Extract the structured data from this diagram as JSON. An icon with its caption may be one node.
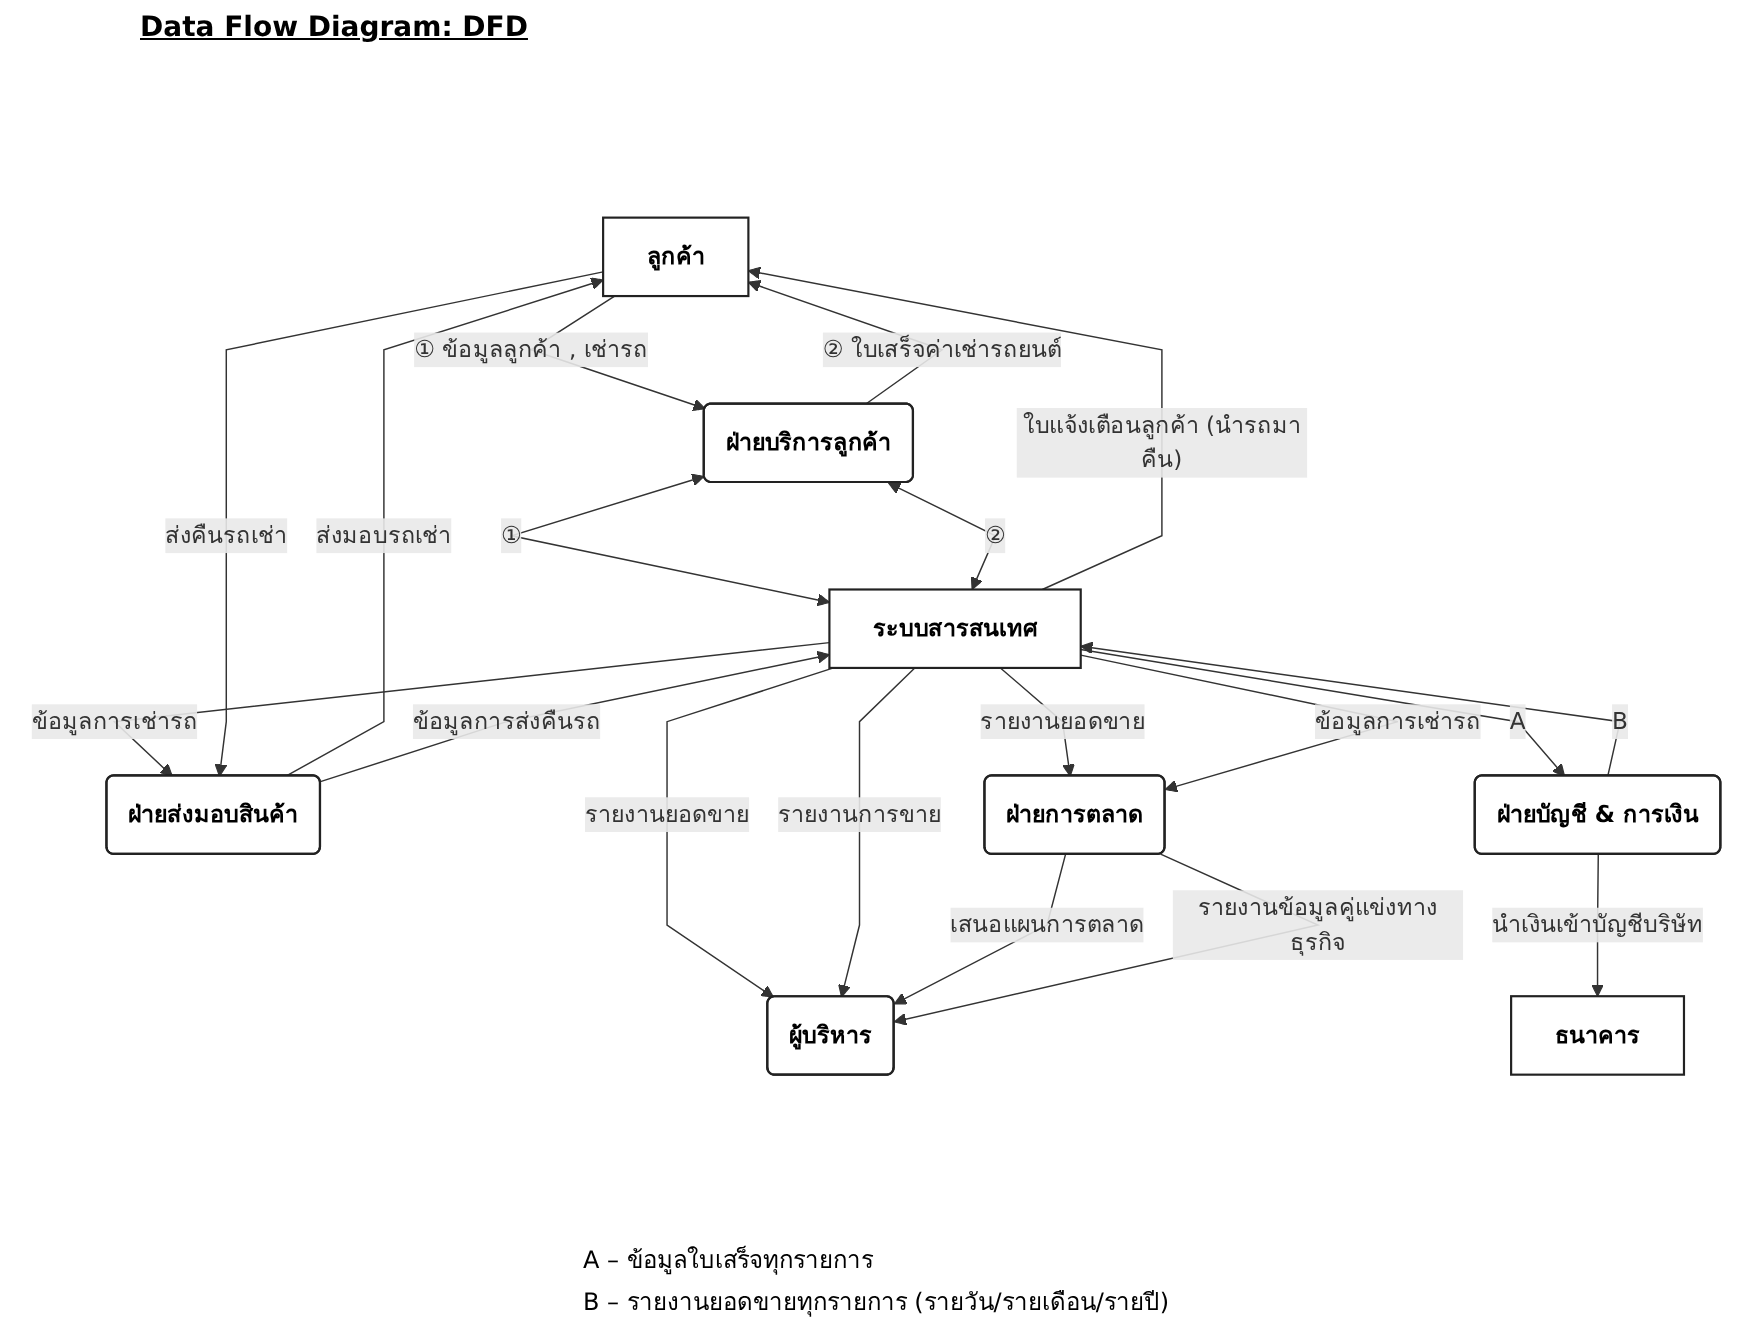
{
  "diagram": {
    "title": "Data Flow Diagram: DFD",
    "nodes": [
      {
        "text": [
          "ลูกค้า"
        ]
      },
      {
        "text": [
          "ฝ่ายบริการลูกค้า"
        ]
      },
      {
        "text": [
          "ระบบสารสนเทศ"
        ]
      },
      {
        "text": [
          "ผู้บริหาร"
        ]
      },
      {
        "text": [
          "ฝ่ายส่งมอบสินค้า"
        ]
      },
      {
        "text": [
          "ธนาคาร"
        ]
      },
      {
        "text": [
          "ฝ่ายบัญชี & การเงิน"
        ]
      },
      {
        "text": [
          "ฝ่ายการตลาด"
        ]
      }
    ],
    "edges": [
      {
        "from": 0,
        "to": 1,
        "arrow": "to",
        "label": "① ข้อมูลลูกค้า , เช่ารถ"
      },
      {
        "from": 1,
        "to": 0,
        "arrow": "to",
        "label": "② ใบเสร็จค่าเช่ารถยนต์"
      },
      {
        "from": 1,
        "to": 2,
        "arrow": "both",
        "label": "①"
      },
      {
        "from": 1,
        "to": 2,
        "arrow": "both",
        "label": "②"
      },
      {
        "from": 2,
        "to": 0,
        "arrow": "to",
        "label": "ใบแจ้งเตือนลูกค้า (นำรถมาคืน)"
      },
      {
        "from": 2,
        "to": 4,
        "arrow": "to",
        "label": "ข้อมูลการเช่ารถ"
      },
      {
        "from": 0,
        "to": 4,
        "arrow": "to",
        "label": "ส่งคืนรถเช่า"
      },
      {
        "from": 4,
        "to": 0,
        "arrow": "to",
        "label": "ส่งมอบรถเช่า"
      },
      {
        "from": 4,
        "to": 2,
        "arrow": "to",
        "label": "ข้อมูลการส่งคืนรถ"
      },
      {
        "from": 2,
        "to": 3,
        "arrow": "to",
        "label": "รายงานยอดขาย"
      },
      {
        "from": 2,
        "to": 3,
        "arrow": "to",
        "label": "รายงานการขาย"
      },
      {
        "from": 2,
        "to": 7,
        "arrow": "to",
        "label": "รายงานยอดขาย"
      },
      {
        "from": 2,
        "to": 7,
        "arrow": "to",
        "label": "ข้อมูลการเช่ารถ"
      },
      {
        "from": 2,
        "to": 6,
        "arrow": "to",
        "label": "A"
      },
      {
        "from": 6,
        "to": 2,
        "arrow": "to",
        "label": "B"
      },
      {
        "from": 6,
        "to": 5,
        "arrow": "to",
        "label": "นำเงินเข้าบัญชีบริษัท"
      },
      {
        "from": 7,
        "to": 3,
        "arrow": "to",
        "label": "เสนอแผนการตลาด"
      },
      {
        "from": 7,
        "to": 3,
        "arrow": "to",
        "label": "รายงานข้อมูลคู่แข่งทางธุรกิจ"
      }
    ],
    "labels": [
      "A – ข้อมูลใบเสร็จทุกรายการ",
      "B – รายงานยอดขายทุกรายการ (รายวัน/รายเดือน/รายปี)"
    ]
  }
}
